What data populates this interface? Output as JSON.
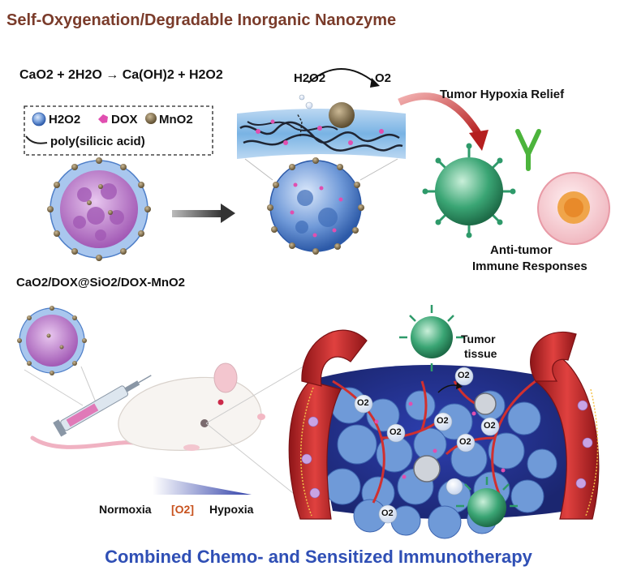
{
  "title": "Self-Oxygenation/Degradable Inorganic Nanozyme",
  "equation": "CaO2 + 2H2O → Ca(OH)2 + H2O2",
  "legend": {
    "h2o2": "H2O2",
    "dox": "DOX",
    "mno2": "MnO2",
    "poly": "poly(silicic acid)"
  },
  "reaction": {
    "reactant": "H2O2",
    "product": "O2"
  },
  "nanoparticle_label": "CaO2/DOX@SiO2/DOX-MnO2",
  "tumor_hypoxia": "Tumor Hypoxia Relief",
  "immune": {
    "line1": "Anti-tumor",
    "line2": "Immune Responses"
  },
  "tumor_tissue": {
    "line1": "Tumor",
    "line2": "tissue"
  },
  "o2_label": "O2",
  "gradient": {
    "left": "Normoxia",
    "middle": "[O2]",
    "right": "Hypoxia"
  },
  "footer": "Combined Chemo- and Sensitized Immunotherapy",
  "colors": {
    "title": "#7a3b2a",
    "footer": "#2f4fb5",
    "blood_vessel": "#c8282d",
    "tumor_blue": "#7fa6e0",
    "immune_cell": "#2e9a6a",
    "antibody": "#4cb43c",
    "dox": "#e04fb0",
    "mno2": "#6b5a3c",
    "o2_middle": "#c8521e"
  }
}
